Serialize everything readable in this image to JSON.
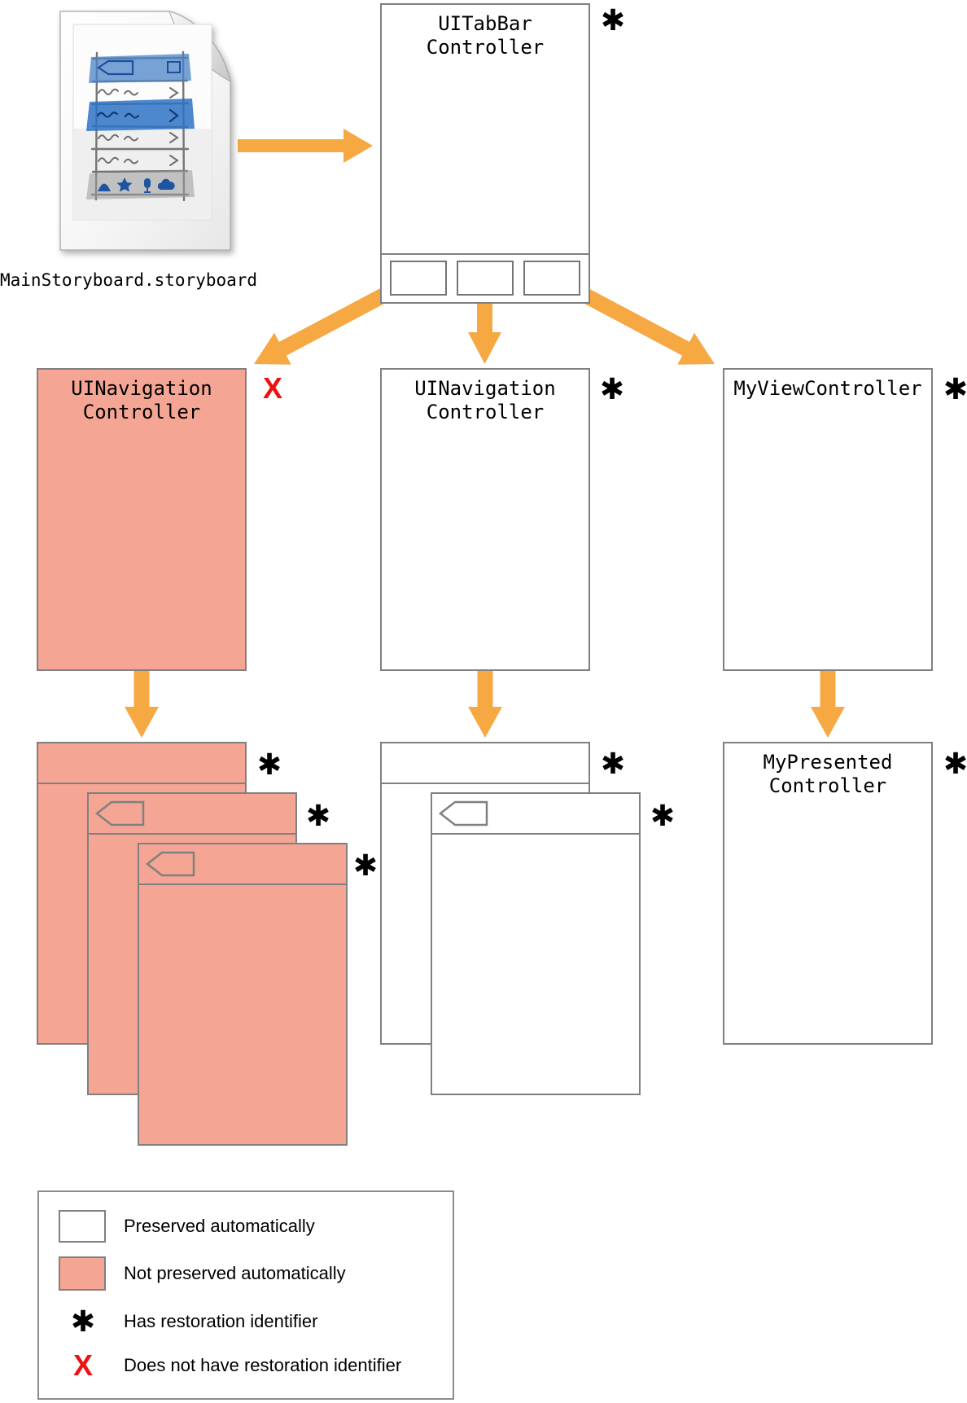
{
  "colors": {
    "salmon": "#F4A593",
    "orange": "#F6A843",
    "box_border": "#808080",
    "red": "#EE1111"
  },
  "storyboard": {
    "file_label": "MainStoryboard.storyboard"
  },
  "controllers": {
    "tab_bar": {
      "title": "UITabBar\nController",
      "marker": "✱"
    },
    "nav_left": {
      "title": "UINavigation\nController",
      "marker": "X"
    },
    "nav_middle": {
      "title": "UINavigation\nController",
      "marker": "✱"
    },
    "my_view": {
      "title": "MyViewController",
      "marker": "✱"
    },
    "my_presented": {
      "title": "MyPresented\nController",
      "marker": "✱"
    }
  },
  "stacks": {
    "left_cards": [
      {
        "marker": "✱"
      },
      {
        "marker": "✱"
      },
      {
        "marker": "✱"
      }
    ],
    "middle_cards": [
      {
        "marker": "✱"
      },
      {
        "marker": "✱"
      }
    ]
  },
  "legend": {
    "items": [
      {
        "swatch": "white",
        "label": "Preserved automatically"
      },
      {
        "swatch": "salmon",
        "label": "Not preserved automatically"
      },
      {
        "symbol": "✱",
        "label": "Has restoration identifier"
      },
      {
        "symbol": "X",
        "label": "Does not have restoration identifier"
      }
    ]
  }
}
